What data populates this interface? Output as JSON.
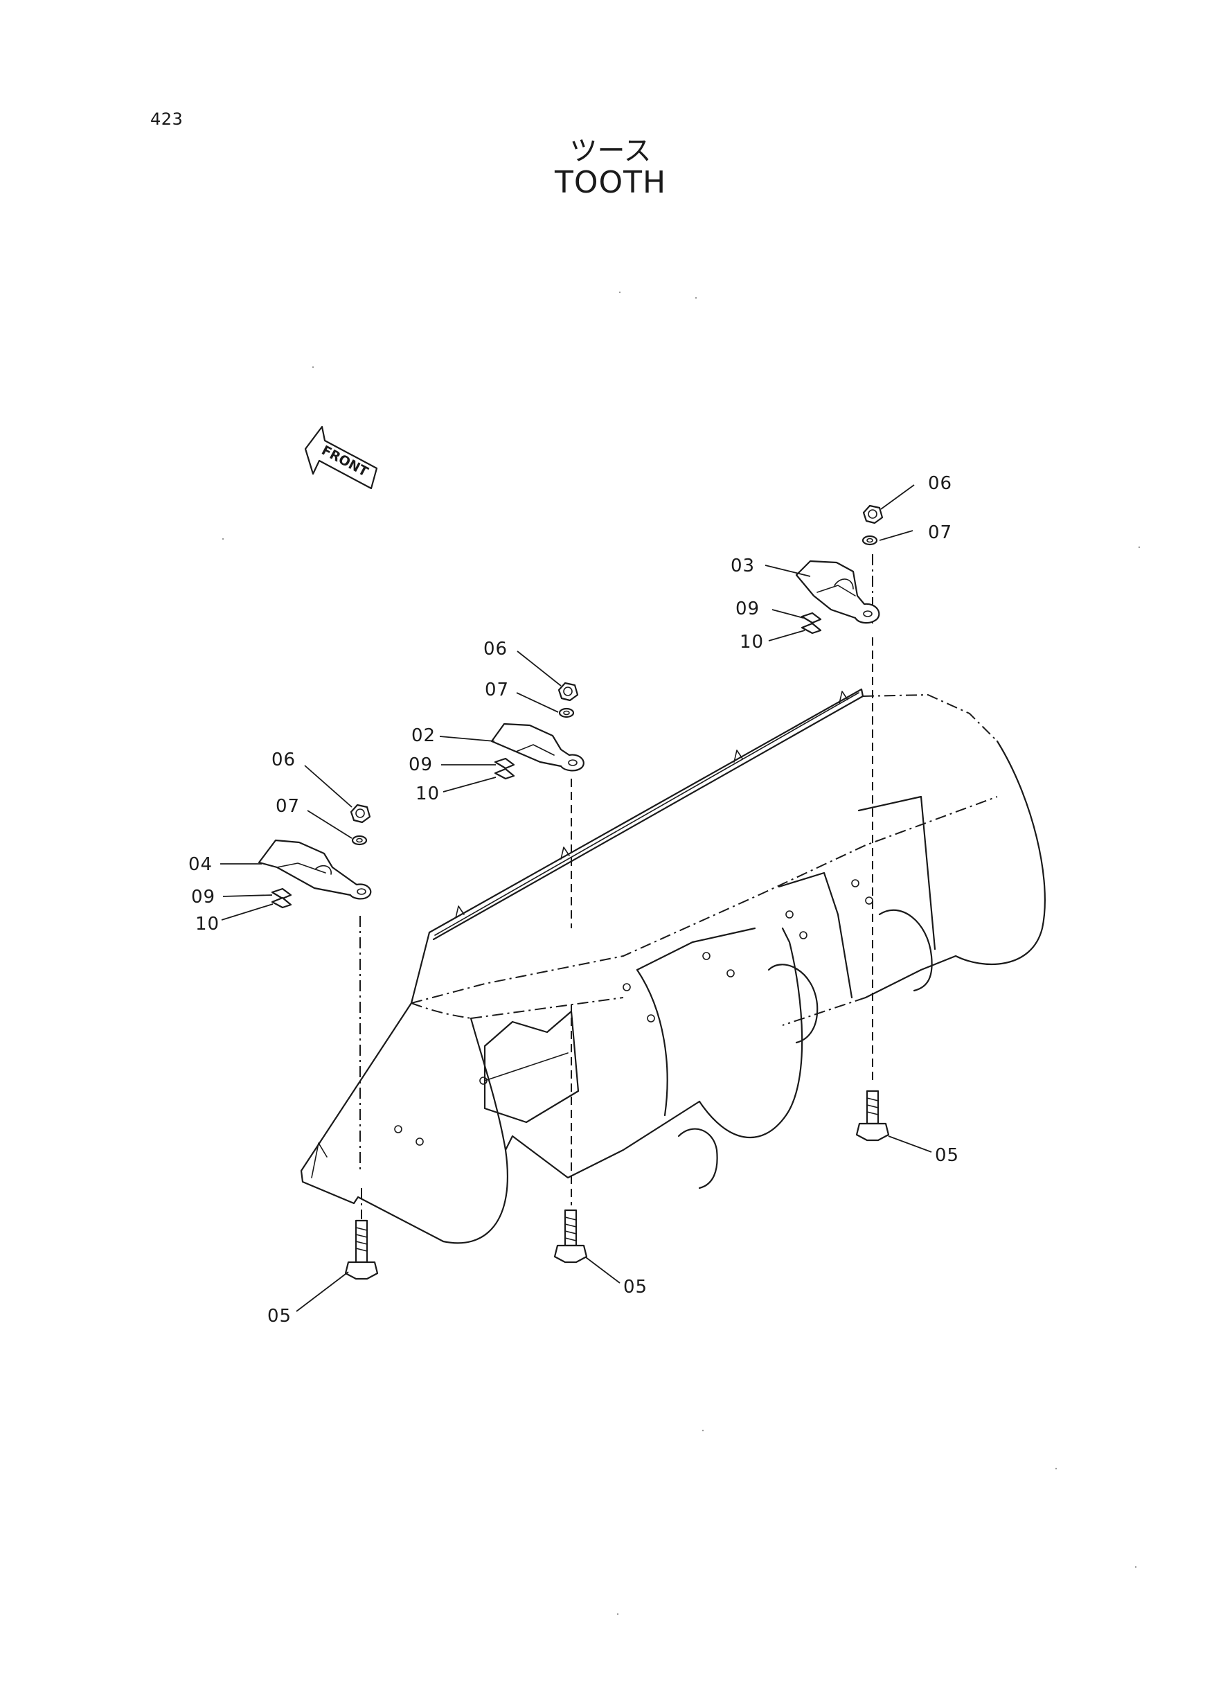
{
  "page": {
    "number": "423"
  },
  "title": {
    "japanese": "ツース",
    "english": "TOOTH"
  },
  "front_arrow": {
    "text": "FRONT"
  },
  "callouts": {
    "right_06": "06",
    "right_07": "07",
    "right_03": "03",
    "right_09": "09",
    "right_10": "10",
    "middle_06": "06",
    "middle_07": "07",
    "middle_02": "02",
    "middle_09": "09",
    "middle_10": "10",
    "left_06": "06",
    "left_07": "07",
    "left_04": "04",
    "left_09": "09",
    "left_10": "10",
    "bolt_left_05": "05",
    "bolt_middle_05": "05",
    "bolt_right_05": "05"
  }
}
